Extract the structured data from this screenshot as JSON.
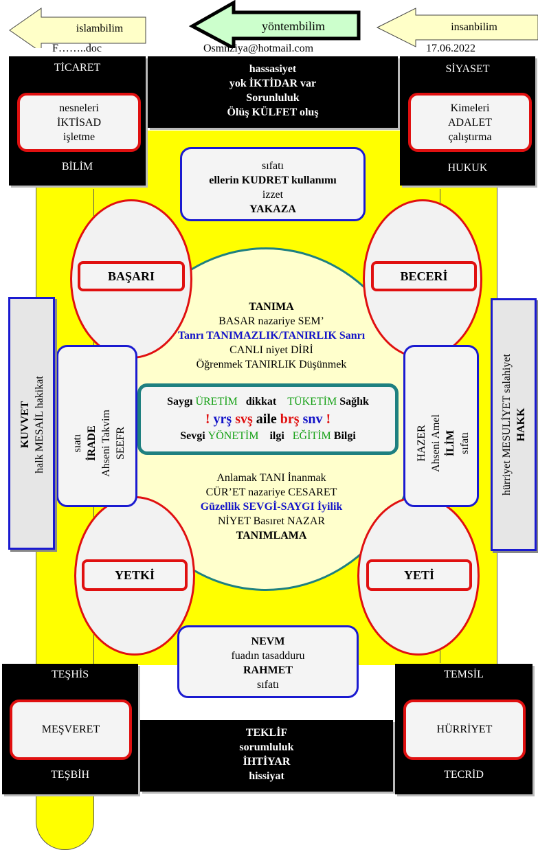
{
  "header": {
    "left_arrow": "islambilim",
    "center_arrow": "yöntembilim",
    "right_arrow": "insanbilim",
    "doc": "F……..doc",
    "email": "Osmnziya@hotmail.com",
    "date": "17.06.2022"
  },
  "top_center": [
    "hassasiyet",
    "yok İKTİDAR var",
    "Sorunluluk",
    "Ölüş KÜLFET oluş"
  ],
  "top_left": {
    "top": "TİCARET",
    "inner": [
      "nesneleri",
      "İKTİSAD",
      "işletme"
    ],
    "bottom": "BİLİM"
  },
  "top_right": {
    "top": "SİYASET",
    "inner": [
      "Kimeleri",
      "ADALET",
      "çalıştırma"
    ],
    "bottom": "HUKUK"
  },
  "top_blue": [
    "sıfatı",
    "ellerin KUDRET kullanımı",
    "izzet",
    "YAKAZA"
  ],
  "ovals": {
    "top_left": "BAŞARI",
    "top_right": "BECERİ",
    "bottom_left": "YETKİ",
    "bottom_right": "YETİ"
  },
  "circle_top": [
    "TANIMA",
    "BASAR nazariye SEM’",
    "Tanrı TANIMAZLIK/TANIRLIK Sanrı",
    "CANLI niyet DİRİ",
    "Öğrenmek TANIRLIK Düşünmek"
  ],
  "center_box": {
    "r1": [
      "Saygı",
      "ÜRETİM",
      "dikkat",
      "TÜKETİM",
      "Sağlık"
    ],
    "r2": [
      "!",
      "yrş",
      "svş",
      "aile",
      "brş",
      "snv",
      "!"
    ],
    "r3": [
      "Sevgi",
      "YÖNETİM",
      "ilgi",
      "EĞİTİM",
      "Bilgi"
    ]
  },
  "circle_bottom": [
    "Anlamak TANI İnanmak",
    "CÜR’ET nazariye CESARET",
    "Güzellik SEVGİ-SAYGI İyilik",
    "NİYET Basıret NAZAR",
    "TANIMLAMA"
  ],
  "left_blue": [
    "sıatı",
    "İRADE",
    "Ahseni Takvim",
    "SEEFR"
  ],
  "right_blue": [
    "HAZER",
    "Ahseni Amel",
    "İLİM",
    "sıfatı"
  ],
  "left_gray": [
    "KUVVET",
    "halk MESAİL hakikat"
  ],
  "right_gray": [
    "hürriyet MESULİYET salahiyet",
    "HAKK"
  ],
  "bottom_blue": [
    "NEVM",
    "fuadın tasadduru",
    "RAHMET",
    "sıfatı"
  ],
  "bottom_left": {
    "top": "TEŞHİS",
    "inner": "MEŞVERET",
    "bottom": "TEŞBİH"
  },
  "bottom_right": {
    "top": "TEMSİL",
    "inner": "HÜRRİYET",
    "bottom": "TECRİD"
  },
  "bottom_center": [
    "TEKLİF",
    "sorumluluk",
    "İHTİYAR",
    "hissiyat"
  ],
  "colors": {
    "yellow": "#ffff00",
    "red": "#e01010",
    "blue": "#1a1ad0",
    "teal": "#1e8080",
    "green": "#15a015",
    "arrow_yellow": "#ffffc8",
    "arrow_green": "#ccffcc"
  }
}
